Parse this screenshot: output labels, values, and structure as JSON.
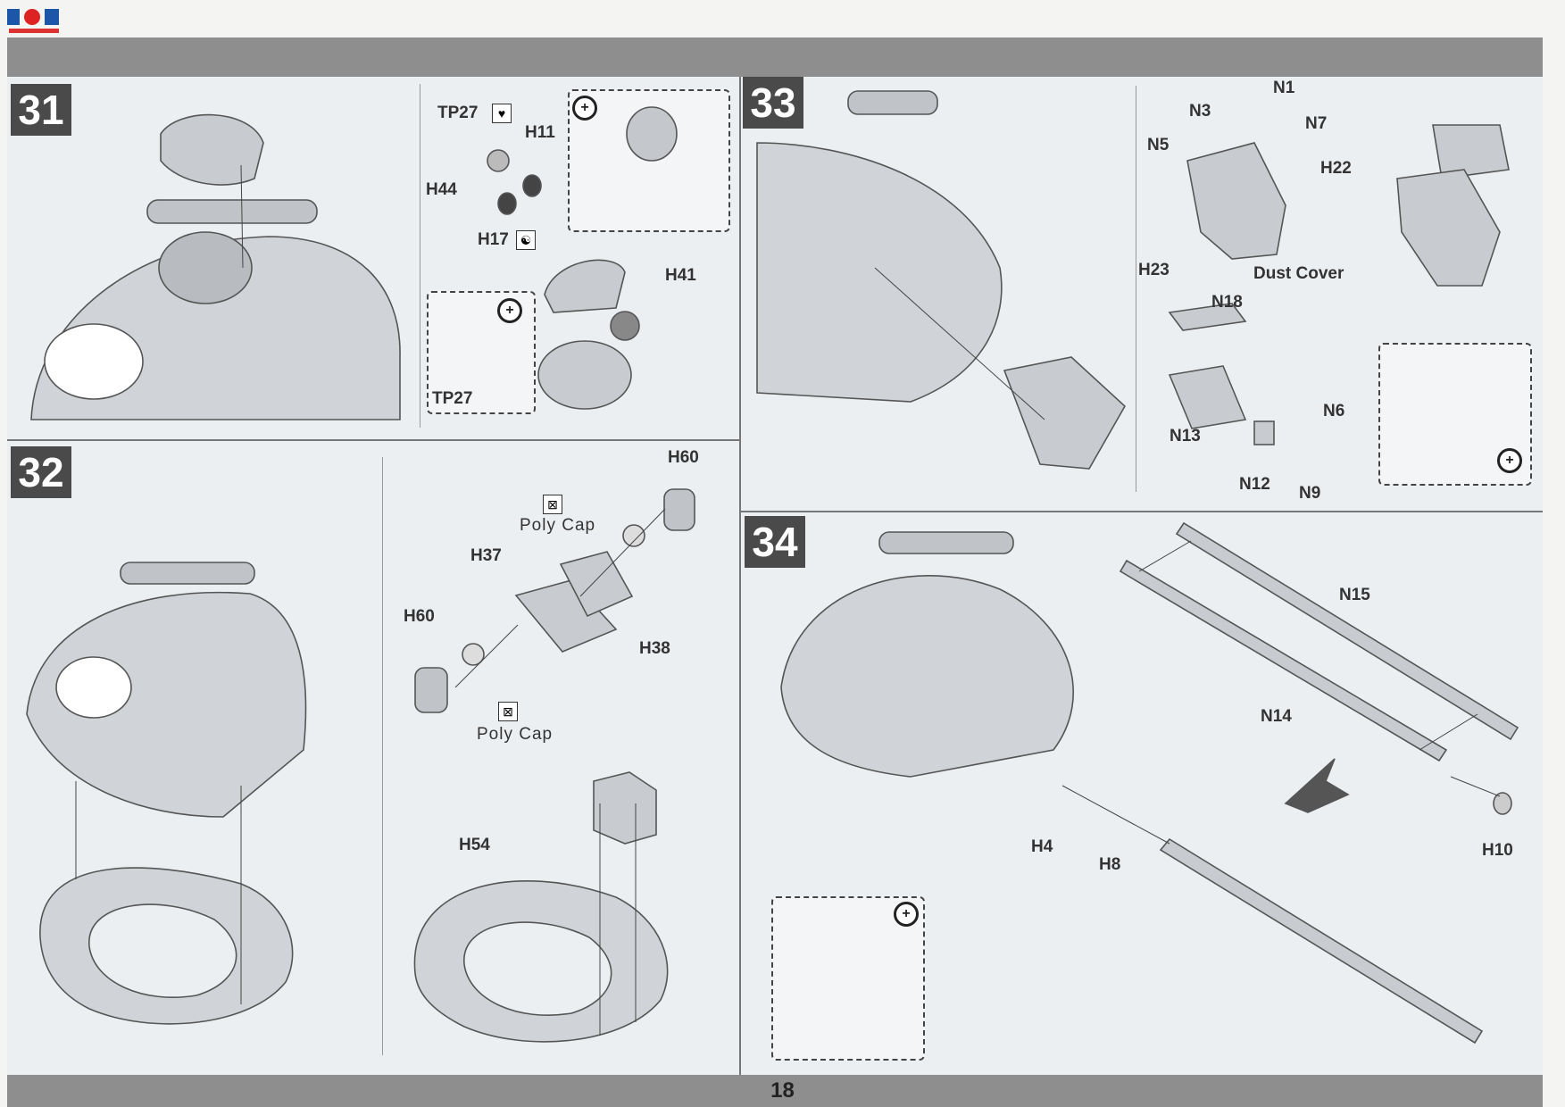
{
  "page_number": "18",
  "steps": [
    {
      "number": "31"
    },
    {
      "number": "32"
    },
    {
      "number": "33"
    },
    {
      "number": "34"
    }
  ],
  "step31": {
    "labels": [
      "TP27",
      "H11",
      "H44",
      "H17",
      "H41",
      "TP27"
    ]
  },
  "step32": {
    "labels": [
      "H60",
      "Poly Cap",
      "H37",
      "H60",
      "H38",
      "Poly Cap",
      "H54"
    ]
  },
  "step33": {
    "labels": [
      "N1",
      "N3",
      "N7",
      "N5",
      "H22",
      "H23",
      "Dust Cover",
      "N18",
      "N6",
      "N13",
      "N12",
      "N9"
    ]
  },
  "step34": {
    "labels": [
      "N15",
      "N14",
      "H4",
      "H8",
      "H10"
    ]
  },
  "icons": {
    "zoom": "magnifier-plus-icon",
    "paint": "paint-swatch-icon",
    "polycap": "polycap-icon"
  },
  "colors": {
    "band": "#8e8e8e",
    "step_box": "#4a4a4a",
    "panel_bg": "#eef2f6",
    "part_gray": "#c8ccd0"
  }
}
